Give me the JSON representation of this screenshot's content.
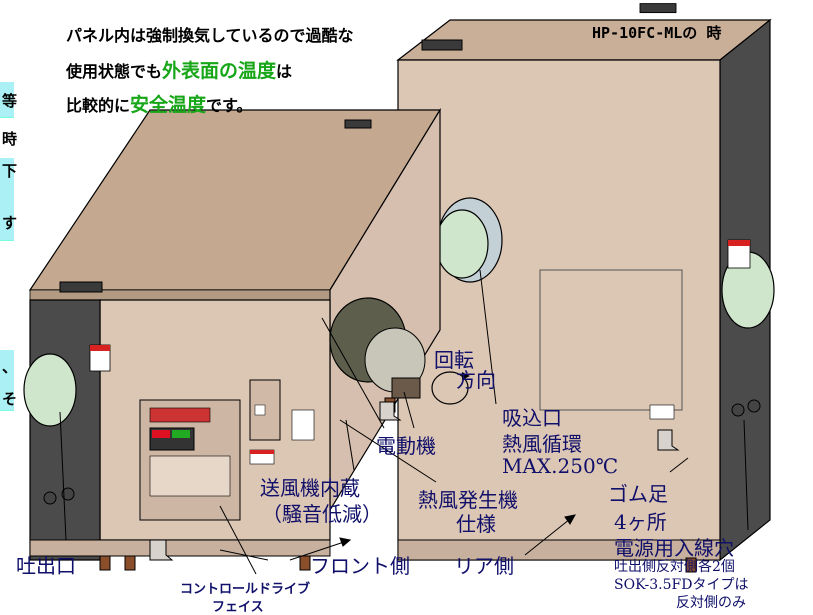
{
  "intro": {
    "line1": "パネル内は強制換気しているので過酷な",
    "line2_prefix": "使用状態でも",
    "line2_highlight": "外表面の温度",
    "line2_suffix": "は",
    "line3_prefix": "比較的に",
    "line3_highlight": "安全温度",
    "line3_suffix": "です。"
  },
  "model_note": "HP-10FC-MLの 時",
  "left_edge_chars": [
    "等",
    "時",
    "下",
    "す",
    "、",
    "そ"
  ],
  "labels": {
    "rotation_1": "回転",
    "rotation_2": "方向",
    "intake": "吸込口",
    "hot_air_circ": "熱風循環",
    "max_temp": "MAX.250℃",
    "motor": "電動機",
    "fan_builtin": "送風機内蔵",
    "noise_reduction": "（騒音低減）",
    "heater": "熱風発生機",
    "spec": "仕様",
    "rubber_feet": "ゴム足",
    "feet_count": "4ヶ所",
    "outlet": "吐出口",
    "front_side": "フロント側",
    "rear_side": "リア側",
    "control_1": "コントロールドライブ",
    "control_2": "フェイス",
    "power_hole": "電源用入線穴",
    "power_note1": "吐出側反対側各2個",
    "power_note2": "SOK-3.5FDタイプは",
    "power_note3": "反対側のみ"
  },
  "colors": {
    "housing": "#d9c2b0",
    "housing_top": "#c7ad97",
    "side_panel": "#4a4a4a",
    "duct": "#cfe6cc",
    "motor": "#5d5e4c",
    "highlight_green": "#17a617",
    "label_blue": "#10106a",
    "strip_cyan": "#aaf0f4"
  }
}
